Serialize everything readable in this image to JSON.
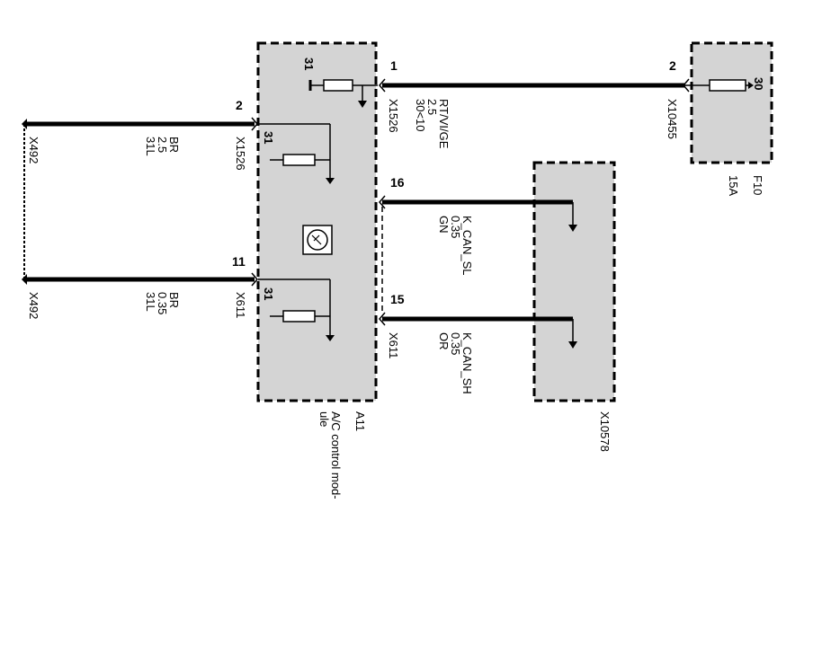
{
  "module": {
    "id": "A11",
    "name_line1": "A/C control mod-",
    "name_line2": "ule"
  },
  "fuse": {
    "id": "F10",
    "rating": "15A",
    "terminal": "30"
  },
  "can_connector": {
    "id": "X10578"
  },
  "ground_connector": {
    "id": "X492"
  },
  "internal_resistor_label": "31",
  "wires": {
    "power": {
      "module_pin": "1",
      "module_connector": "X1526",
      "fuse_pin": "2",
      "fuse_connector": "X10455",
      "signal": "30<10",
      "gauge": "2.5",
      "color": "RT/VI/GE"
    },
    "ground_top": {
      "pin": "2",
      "connector": "X1526",
      "signal": "31L",
      "gauge": "2.5",
      "color": "BR",
      "far_connector": "X492"
    },
    "ground_bottom": {
      "pin": "11",
      "connector": "X611",
      "signal": "31L",
      "gauge": "0.35",
      "color": "BR",
      "far_connector": "X492"
    },
    "can_low": {
      "pin": "16",
      "signal": "K_CAN_SL",
      "gauge": "0.35",
      "color": "GN"
    },
    "can_high": {
      "pin": "15",
      "connector": "X611",
      "signal": "K_CAN_SH",
      "gauge": "0.35",
      "color": "OR"
    }
  }
}
